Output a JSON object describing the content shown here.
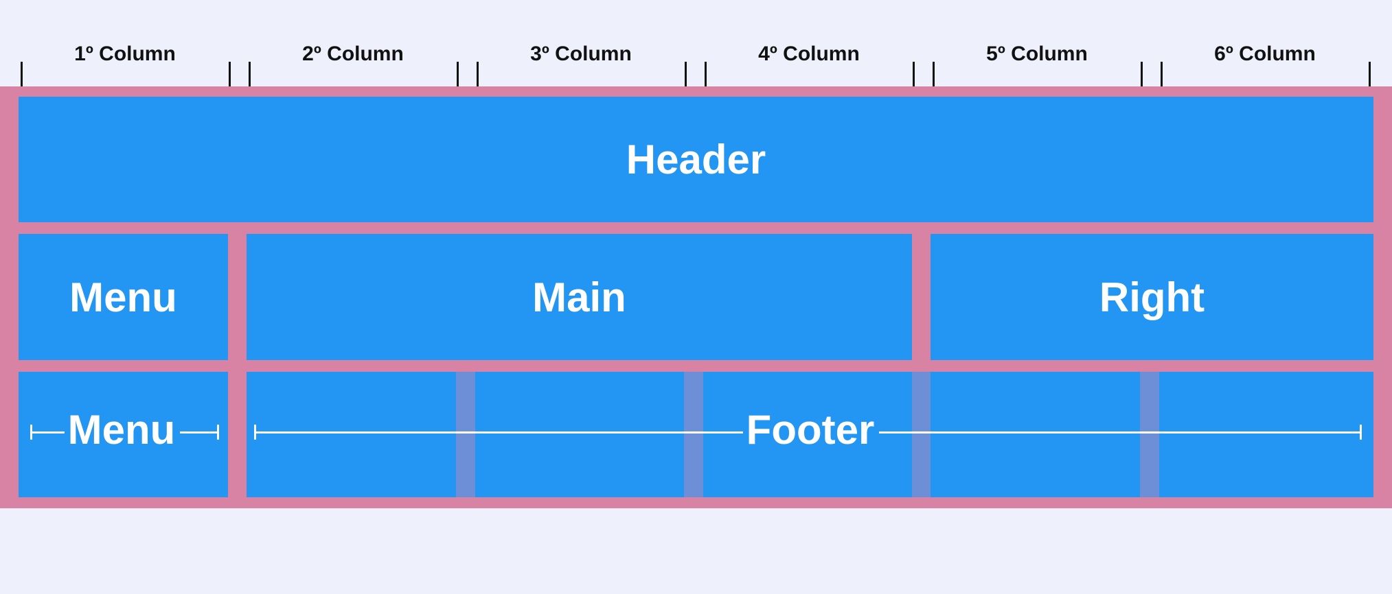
{
  "columns": [
    "1º Column",
    "2º Column",
    "3º Column",
    "4º Column",
    "5º Column",
    "6º Column"
  ],
  "areas": {
    "header": "Header",
    "menu": "Menu",
    "main": "Main",
    "right": "Right",
    "footer_menu": "Menu",
    "footer": "Footer"
  },
  "colors": {
    "background": "#eef1fb",
    "gap": "#d882a4",
    "cell": "#2395f2",
    "gutter_highlight": "#6d8fd8",
    "text": "#ffffff",
    "ruler": "#111111"
  }
}
